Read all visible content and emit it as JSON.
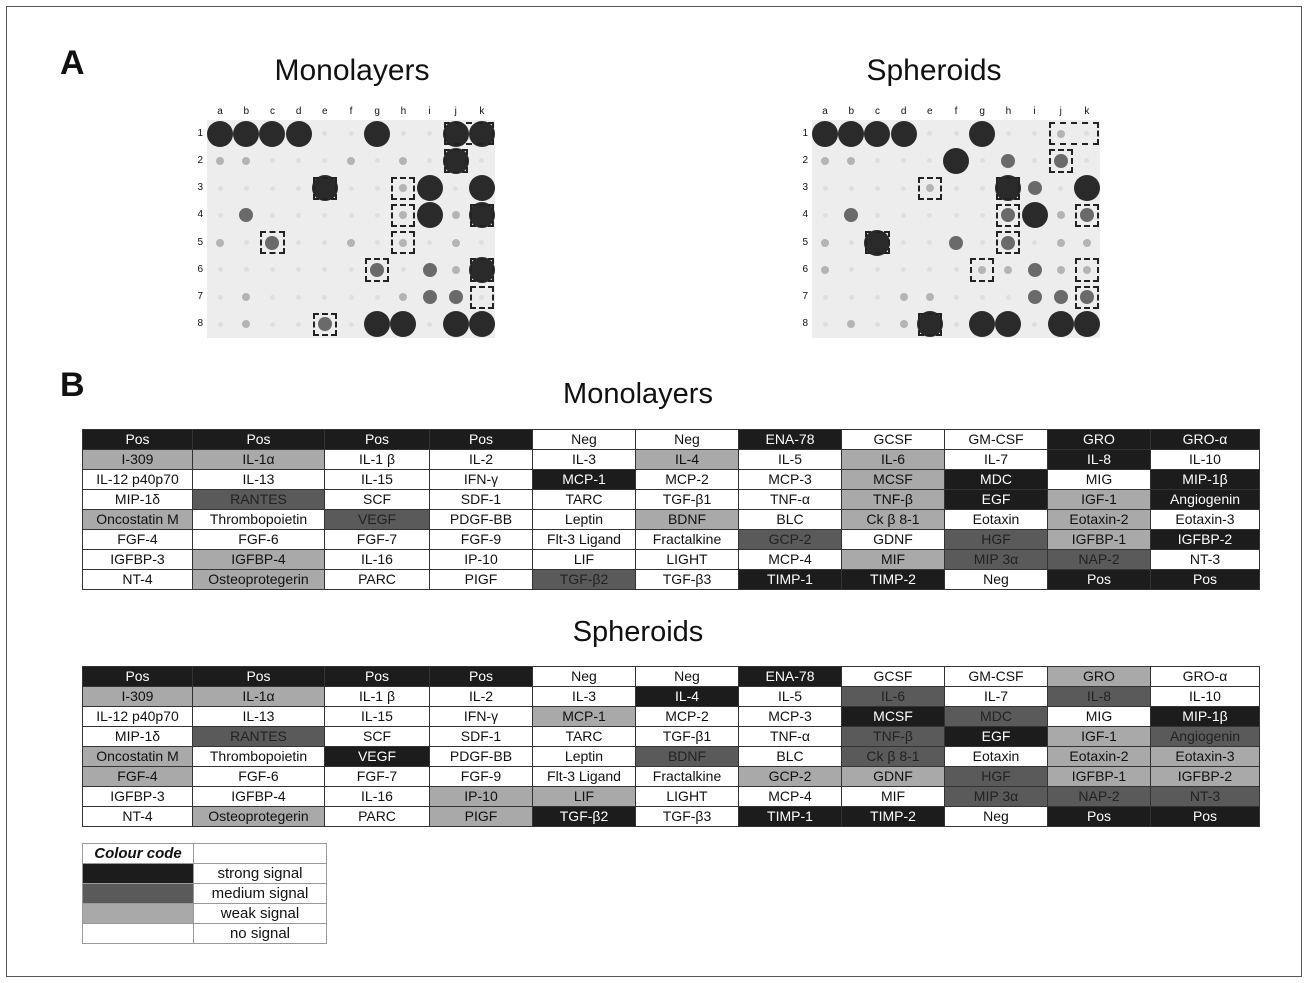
{
  "figure": {
    "panel_a": "A",
    "panel_b": "B",
    "titles": {
      "mono": "Monolayers",
      "sph": "Spheroids"
    },
    "col_labels": [
      "a",
      "b",
      "c",
      "d",
      "e",
      "f",
      "g",
      "h",
      "i",
      "j",
      "k"
    ],
    "row_labels_mono": [
      "1",
      "2",
      "3",
      "4",
      "5",
      "6",
      "7",
      "8"
    ],
    "row_labels_sph": [
      "1",
      "2",
      "3",
      "4",
      "5",
      "6",
      "7",
      "8"
    ]
  },
  "tables": {
    "monolayers": [
      [
        [
          "Pos",
          "s"
        ],
        [
          "Pos",
          "s"
        ],
        [
          "Pos",
          "s"
        ],
        [
          "Pos",
          "s"
        ],
        [
          "Neg",
          "n"
        ],
        [
          "Neg",
          "n"
        ],
        [
          "ENA-78",
          "s"
        ],
        [
          "GCSF",
          "n"
        ],
        [
          "GM-CSF",
          "n"
        ],
        [
          "GRO",
          "s"
        ],
        [
          "GRO-α",
          "s"
        ]
      ],
      [
        [
          "I-309",
          "w"
        ],
        [
          "IL-1α",
          "w"
        ],
        [
          "IL-1 β",
          "n"
        ],
        [
          "IL-2",
          "n"
        ],
        [
          "IL-3",
          "n"
        ],
        [
          "IL-4",
          "w"
        ],
        [
          "IL-5",
          "n"
        ],
        [
          "IL-6",
          "w"
        ],
        [
          "IL-7",
          "n"
        ],
        [
          "IL-8",
          "s"
        ],
        [
          "IL-10",
          "n"
        ]
      ],
      [
        [
          "IL-12 p40p70",
          "n"
        ],
        [
          "IL-13",
          "n"
        ],
        [
          "IL-15",
          "n"
        ],
        [
          "IFN-γ",
          "n"
        ],
        [
          "MCP-1",
          "s"
        ],
        [
          "MCP-2",
          "n"
        ],
        [
          "MCP-3",
          "n"
        ],
        [
          "MCSF",
          "w"
        ],
        [
          "MDC",
          "s"
        ],
        [
          "MIG",
          "n"
        ],
        [
          "MIP-1β",
          "s"
        ]
      ],
      [
        [
          "MIP-1δ",
          "n"
        ],
        [
          "RANTES",
          "m"
        ],
        [
          "SCF",
          "n"
        ],
        [
          "SDF-1",
          "n"
        ],
        [
          "TARC",
          "n"
        ],
        [
          "TGF-β1",
          "n"
        ],
        [
          "TNF-α",
          "n"
        ],
        [
          "TNF-β",
          "w"
        ],
        [
          "EGF",
          "s"
        ],
        [
          "IGF-1",
          "w"
        ],
        [
          "Angiogenin",
          "s"
        ]
      ],
      [
        [
          "Oncostatin M",
          "w"
        ],
        [
          "Thrombopoietin",
          "n"
        ],
        [
          "VEGF",
          "m"
        ],
        [
          "PDGF-BB",
          "n"
        ],
        [
          "Leptin",
          "n"
        ],
        [
          "BDNF",
          "w"
        ],
        [
          "BLC",
          "n"
        ],
        [
          "Ck β 8-1",
          "w"
        ],
        [
          "Eotaxin",
          "n"
        ],
        [
          "Eotaxin-2",
          "w"
        ],
        [
          "Eotaxin-3",
          "n"
        ]
      ],
      [
        [
          "FGF-4",
          "n"
        ],
        [
          "FGF-6",
          "n"
        ],
        [
          "FGF-7",
          "n"
        ],
        [
          "FGF-9",
          "n"
        ],
        [
          "Flt-3 Ligand",
          "n"
        ],
        [
          "Fractalkine",
          "n"
        ],
        [
          "GCP-2",
          "m"
        ],
        [
          "GDNF",
          "n"
        ],
        [
          "HGF",
          "m"
        ],
        [
          "IGFBP-1",
          "w"
        ],
        [
          "IGFBP-2",
          "s"
        ]
      ],
      [
        [
          "IGFBP-3",
          "n"
        ],
        [
          "IGFBP-4",
          "w"
        ],
        [
          "IL-16",
          "n"
        ],
        [
          "IP-10",
          "n"
        ],
        [
          "LIF",
          "n"
        ],
        [
          "LIGHT",
          "n"
        ],
        [
          "MCP-4",
          "n"
        ],
        [
          "MIF",
          "w"
        ],
        [
          "MIP 3α",
          "m"
        ],
        [
          "NAP-2",
          "m"
        ],
        [
          "NT-3",
          "n"
        ]
      ],
      [
        [
          "NT-4",
          "n"
        ],
        [
          "Osteoprotegerin",
          "w"
        ],
        [
          "PARC",
          "n"
        ],
        [
          "PIGF",
          "n"
        ],
        [
          "TGF-β2",
          "m"
        ],
        [
          "TGF-β3",
          "n"
        ],
        [
          "TIMP-1",
          "s"
        ],
        [
          "TIMP-2",
          "s"
        ],
        [
          "Neg",
          "n"
        ],
        [
          "Pos",
          "s"
        ],
        [
          "Pos",
          "s"
        ]
      ]
    ],
    "spheroids": [
      [
        [
          "Pos",
          "s"
        ],
        [
          "Pos",
          "s"
        ],
        [
          "Pos",
          "s"
        ],
        [
          "Pos",
          "s"
        ],
        [
          "Neg",
          "n"
        ],
        [
          "Neg",
          "n"
        ],
        [
          "ENA-78",
          "s"
        ],
        [
          "GCSF",
          "n"
        ],
        [
          "GM-CSF",
          "n"
        ],
        [
          "GRO",
          "w"
        ],
        [
          "GRO-α",
          "n"
        ]
      ],
      [
        [
          "I-309",
          "w"
        ],
        [
          "IL-1α",
          "w"
        ],
        [
          "IL-1 β",
          "n"
        ],
        [
          "IL-2",
          "n"
        ],
        [
          "IL-3",
          "n"
        ],
        [
          "IL-4",
          "s"
        ],
        [
          "IL-5",
          "n"
        ],
        [
          "IL-6",
          "m"
        ],
        [
          "IL-7",
          "n"
        ],
        [
          "IL-8",
          "m"
        ],
        [
          "IL-10",
          "n"
        ]
      ],
      [
        [
          "IL-12 p40p70",
          "n"
        ],
        [
          "IL-13",
          "n"
        ],
        [
          "IL-15",
          "n"
        ],
        [
          "IFN-γ",
          "n"
        ],
        [
          "MCP-1",
          "w"
        ],
        [
          "MCP-2",
          "n"
        ],
        [
          "MCP-3",
          "n"
        ],
        [
          "MCSF",
          "s"
        ],
        [
          "MDC",
          "m"
        ],
        [
          "MIG",
          "n"
        ],
        [
          "MIP-1β",
          "s"
        ]
      ],
      [
        [
          "MIP-1δ",
          "n"
        ],
        [
          "RANTES",
          "m"
        ],
        [
          "SCF",
          "n"
        ],
        [
          "SDF-1",
          "n"
        ],
        [
          "TARC",
          "n"
        ],
        [
          "TGF-β1",
          "n"
        ],
        [
          "TNF-α",
          "n"
        ],
        [
          "TNF-β",
          "m"
        ],
        [
          "EGF",
          "s"
        ],
        [
          "IGF-1",
          "w"
        ],
        [
          "Angiogenin",
          "m"
        ]
      ],
      [
        [
          "Oncostatin M",
          "w"
        ],
        [
          "Thrombopoietin",
          "n"
        ],
        [
          "VEGF",
          "s"
        ],
        [
          "PDGF-BB",
          "n"
        ],
        [
          "Leptin",
          "n"
        ],
        [
          "BDNF",
          "m"
        ],
        [
          "BLC",
          "n"
        ],
        [
          "Ck β 8-1",
          "m"
        ],
        [
          "Eotaxin",
          "n"
        ],
        [
          "Eotaxin-2",
          "w"
        ],
        [
          "Eotaxin-3",
          "w"
        ]
      ],
      [
        [
          "FGF-4",
          "w"
        ],
        [
          "FGF-6",
          "n"
        ],
        [
          "FGF-7",
          "n"
        ],
        [
          "FGF-9",
          "n"
        ],
        [
          "Flt-3 Ligand",
          "n"
        ],
        [
          "Fractalkine",
          "n"
        ],
        [
          "GCP-2",
          "w"
        ],
        [
          "GDNF",
          "w"
        ],
        [
          "HGF",
          "m"
        ],
        [
          "IGFBP-1",
          "w"
        ],
        [
          "IGFBP-2",
          "w"
        ]
      ],
      [
        [
          "IGFBP-3",
          "n"
        ],
        [
          "IGFBP-4",
          "n"
        ],
        [
          "IL-16",
          "n"
        ],
        [
          "IP-10",
          "w"
        ],
        [
          "LIF",
          "w"
        ],
        [
          "LIGHT",
          "n"
        ],
        [
          "MCP-4",
          "n"
        ],
        [
          "MIF",
          "n"
        ],
        [
          "MIP 3α",
          "m"
        ],
        [
          "NAP-2",
          "m"
        ],
        [
          "NT-3",
          "m"
        ]
      ],
      [
        [
          "NT-4",
          "n"
        ],
        [
          "Osteoprotegerin",
          "w"
        ],
        [
          "PARC",
          "n"
        ],
        [
          "PIGF",
          "w"
        ],
        [
          "TGF-β2",
          "s"
        ],
        [
          "TGF-β3",
          "n"
        ],
        [
          "TIMP-1",
          "s"
        ],
        [
          "TIMP-2",
          "s"
        ],
        [
          "Neg",
          "n"
        ],
        [
          "Pos",
          "s"
        ],
        [
          "Pos",
          "s"
        ]
      ]
    ]
  },
  "legend": {
    "header": "Colour code",
    "entries": [
      {
        "label": "strong signal",
        "level": "s"
      },
      {
        "label": "medium signal",
        "level": "m"
      },
      {
        "label": "weak signal",
        "level": "w"
      },
      {
        "label": "no signal",
        "level": "n"
      }
    ]
  },
  "colors": {
    "strong": "#1c1c1c",
    "medium": "#5a5a5a",
    "weak": "#a9a9a9",
    "none": "#ffffff"
  }
}
